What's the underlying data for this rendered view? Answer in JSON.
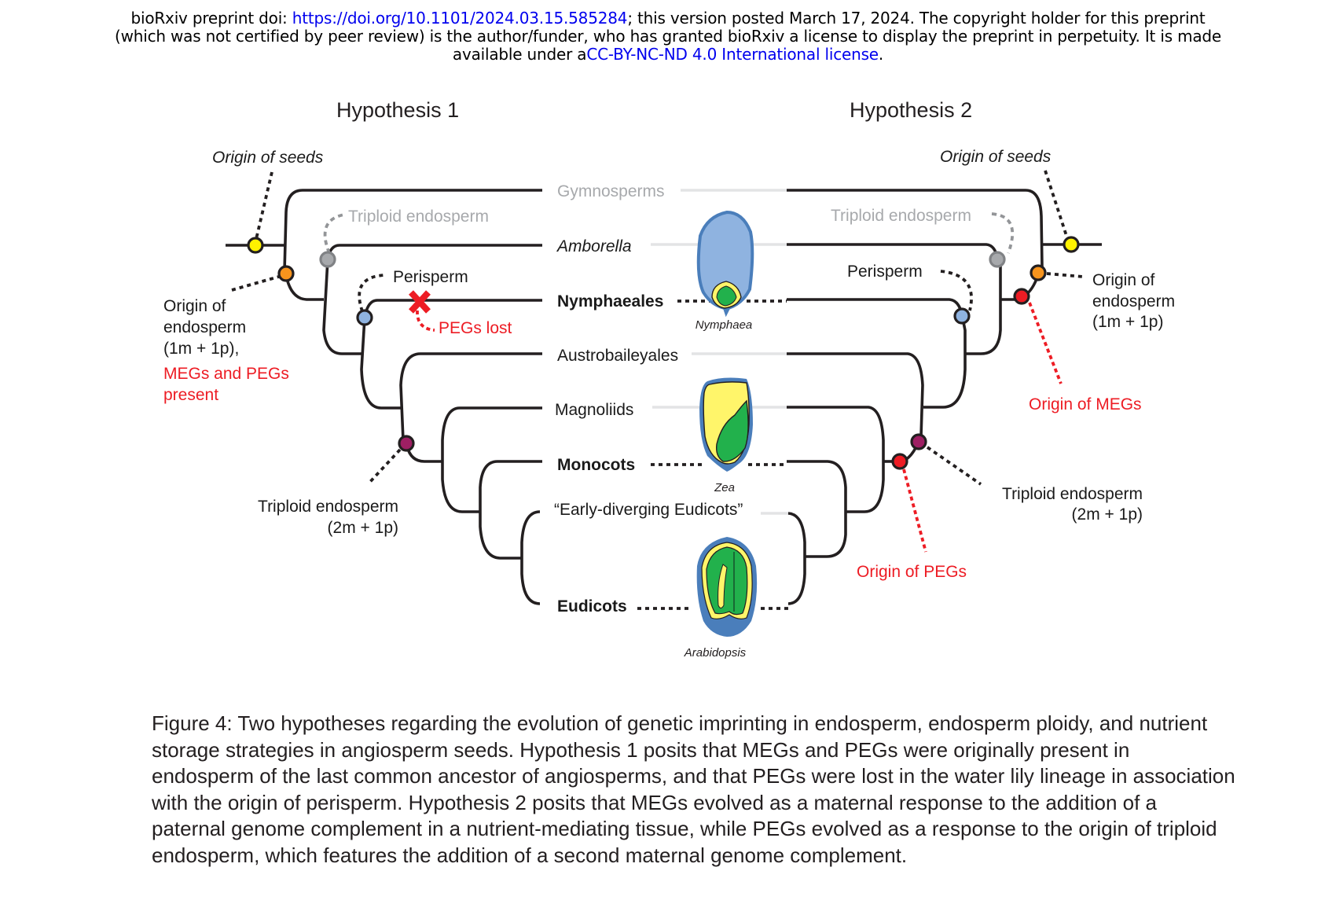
{
  "header": {
    "line1_prefix": "bioRxiv preprint doi: ",
    "doi_link": "https://doi.org/10.1101/2024.03.15.585284",
    "line1_suffix": "; this version posted March 17, 2024. The copyright holder for this preprint",
    "line2": "(which was not certified by peer review) is the author/funder, who has granted bioRxiv a license to display the preprint in perpetuity. It is made",
    "line3_prefix": "available under a",
    "license_link": "CC-BY-NC-ND 4.0 International license",
    "line3_suffix": "."
  },
  "figure": {
    "hypothesis1_title": "Hypothesis 1",
    "hypothesis2_title": "Hypothesis 2",
    "taxa": {
      "gymnosperms": "Gymnosperms",
      "amborella": "Amborella",
      "nymphaeales": "Nymphaeales",
      "austrobaileyales": "Austrobaileyales",
      "magnoliids": "Magnoliids",
      "monocots": "Monocots",
      "early_eudicots": "“Early-diverging Eudicots”",
      "eudicots": "Eudicots"
    },
    "seed_genera": {
      "nymphaea": "Nymphaea",
      "zea": "Zea",
      "arabidopsis": "Arabidopsis"
    },
    "h1_labels": {
      "origin_of_seeds": "Origin of seeds",
      "triploid_gray": "Triploid endosperm",
      "perisperm": "Perisperm",
      "pegs_lost": "PEGs lost",
      "origin_endo_1": "Origin of",
      "origin_endo_2": "endosperm",
      "origin_endo_3": "(1m + 1p),",
      "megs_pegs_1": "MEGs and PEGs",
      "megs_pegs_2": "present",
      "triploid_1": "Triploid endosperm",
      "triploid_2": "(2m + 1p)"
    },
    "h2_labels": {
      "origin_of_seeds": "Origin of seeds",
      "triploid_gray": "Triploid endosperm",
      "perisperm": "Perisperm",
      "origin_endo_1": "Origin of",
      "origin_endo_2": "endosperm",
      "origin_endo_3": "(1m + 1p)",
      "origin_megs": "Origin of MEGs",
      "triploid_1": "Triploid endosperm",
      "triploid_2": "(2m + 1p)",
      "origin_pegs": "Origin of PEGs"
    },
    "node_colors": {
      "seeds": "#fff200",
      "endosperm": "#f7941d",
      "triploid_gray": "#a7a9ac",
      "perisperm": "#8fb3e0",
      "triploid": "#9e1f63",
      "megs_pegs_origin": "#ed1c24"
    }
  },
  "caption": "Figure 4: Two hypotheses regarding the evolution of genetic imprinting in endosperm, endosperm ploidy, and nutrient storage strategies in angiosperm seeds. Hypothesis 1 posits that MEGs and PEGs were originally present in endosperm of the last common ancestor of angiosperms, and that PEGs were lost in the water lily lineage in association with the origin of perisperm. Hypothesis 2 posits that MEGs evolved as a maternal response to the addition of a paternal genome complement in a nutrient-mediating tissue, while PEGs evolved as a response to the origin of triploid endosperm, which features the addition of a second maternal genome complement."
}
